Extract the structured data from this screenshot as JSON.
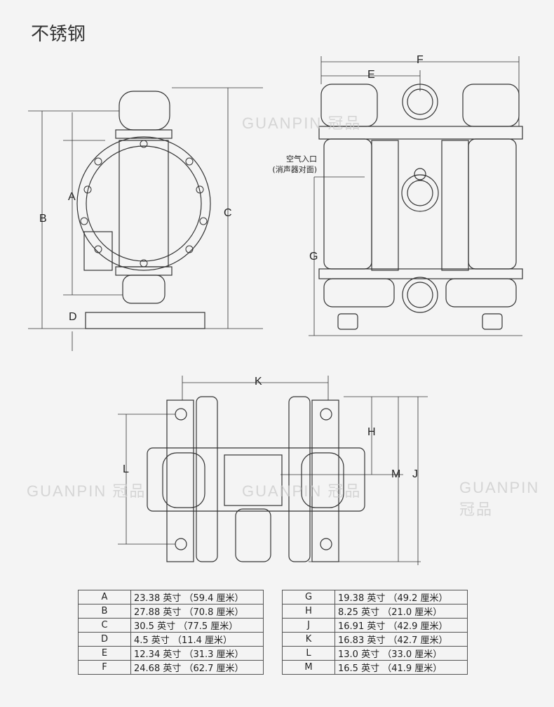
{
  "title": "不锈钢",
  "watermark": "GUANPIN 冠品",
  "air_inlet_note": {
    "line1": "空气入口",
    "line2": "(消声器对面)"
  },
  "dimension_labels": [
    "A",
    "B",
    "C",
    "D",
    "E",
    "F",
    "G",
    "H",
    "K",
    "L",
    "M",
    "J"
  ],
  "table_left": [
    {
      "key": "A",
      "value": "23.38 英寸 （59.4 厘米）"
    },
    {
      "key": "B",
      "value": "27.88 英寸 （70.8 厘米）"
    },
    {
      "key": "C",
      "value": "30.5 英寸 （77.5 厘米）"
    },
    {
      "key": "D",
      "value": "4.5 英寸 （11.4 厘米）"
    },
    {
      "key": "E",
      "value": "12.34 英寸 （31.3 厘米）"
    },
    {
      "key": "F",
      "value": "24.68 英寸 （62.7 厘米）"
    }
  ],
  "table_right": [
    {
      "key": "G",
      "value": "19.38 英寸 （49.2 厘米）"
    },
    {
      "key": "H",
      "value": "8.25 英寸 （21.0 厘米）"
    },
    {
      "key": "J",
      "value": "16.91 英寸 （42.9 厘米）"
    },
    {
      "key": "K",
      "value": "16.83 英寸 （42.7 厘米）"
    },
    {
      "key": "L",
      "value": "13.0 英寸 （33.0 厘米）"
    },
    {
      "key": "M",
      "value": "16.5 英寸 （41.9 厘米）"
    }
  ]
}
